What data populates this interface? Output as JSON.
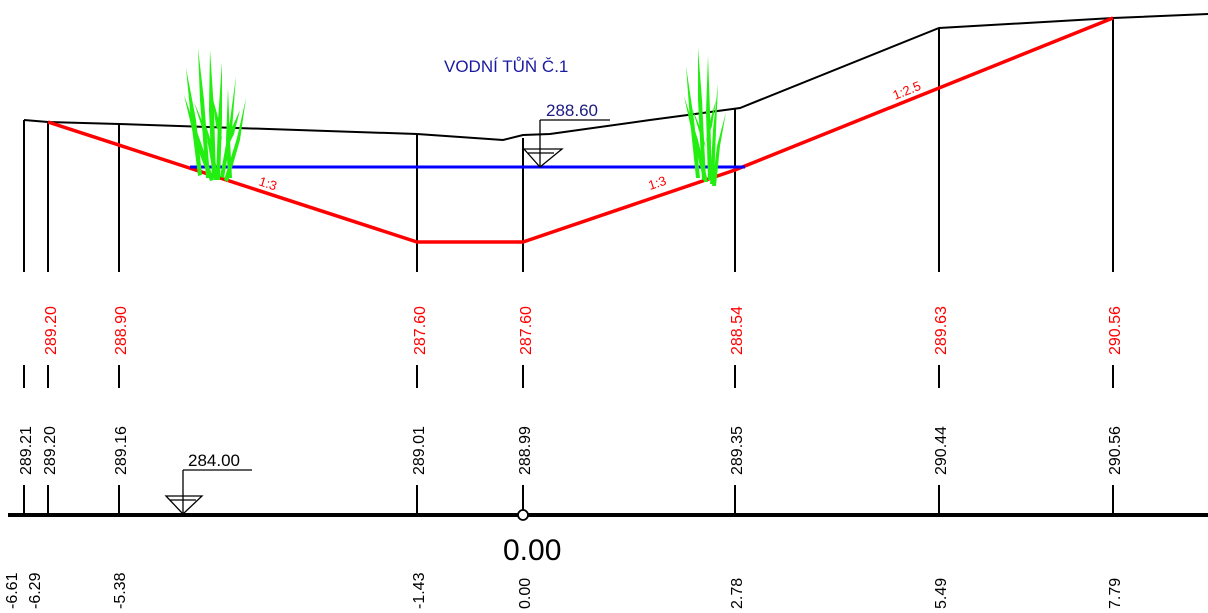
{
  "title": "VODNÍ TŮŇ Č.1",
  "water_level_label": "288.60",
  "datum_label": "284.00",
  "axis_zero_label": "0.00",
  "slopes": {
    "left": "1:3",
    "right": "1:3",
    "upper": "1:2.5"
  },
  "stations": [
    {
      "offset": "-6.61",
      "terrain": "289.21",
      "design": ""
    },
    {
      "offset": "-6.29",
      "terrain": "289.20",
      "design": "289.20"
    },
    {
      "offset": "-5.38",
      "terrain": "289.16",
      "design": "288.90"
    },
    {
      "offset": "-1.43",
      "terrain": "289.01",
      "design": "287.60"
    },
    {
      "offset": "0.00",
      "terrain": "288.99",
      "design": "287.60"
    },
    {
      "offset": "2.78",
      "terrain": "289.35",
      "design": "288.54"
    },
    {
      "offset": "5.49",
      "terrain": "290.44",
      "design": "289.63"
    },
    {
      "offset": "7.79",
      "terrain": "290.56",
      "design": "290.56"
    }
  ],
  "colors": {
    "terrain": "#000000",
    "design": "#ff0000",
    "water": "#0000ff",
    "title": "#1a1aa0",
    "water_label": "#1a1a80",
    "vegetation": "#22ee11"
  },
  "icons": [
    "reed-plant-icon",
    "water-level-triangle-icon",
    "datum-triangle-icon"
  ]
}
